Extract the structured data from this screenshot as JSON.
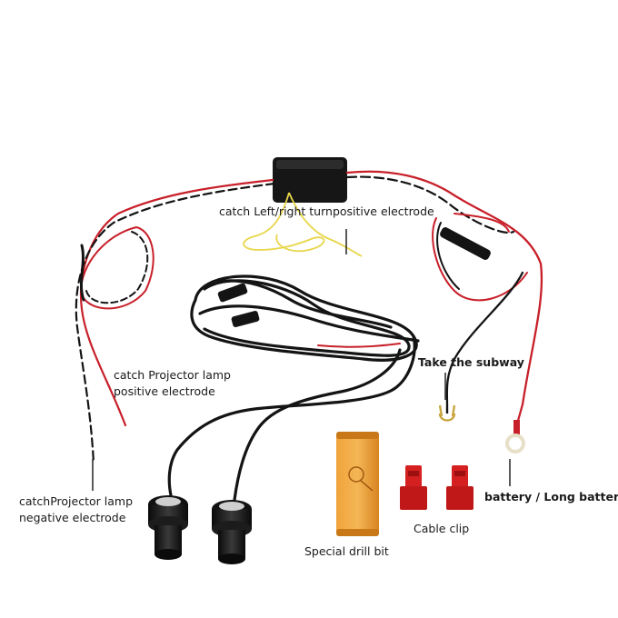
{
  "labels": {
    "turn_signal": "catch Left/right turnpositive electrode",
    "projector_positive_line1": "catch Projector lamp",
    "projector_positive_line2": "positive electrode",
    "projector_negative_line1": "catchProjector lamp",
    "projector_negative_line2": "negative electrode",
    "subway": "Take the subway",
    "battery": "battery / Long battery",
    "cable_clip": "Cable clip",
    "drill_bit": "Special drill bit"
  },
  "colors": {
    "wire_black": "#141414",
    "wire_red": "#c8202a",
    "wire_yellow": "#e8d64a",
    "drill_box": "#e8942a",
    "clip_red": "#d42020"
  }
}
